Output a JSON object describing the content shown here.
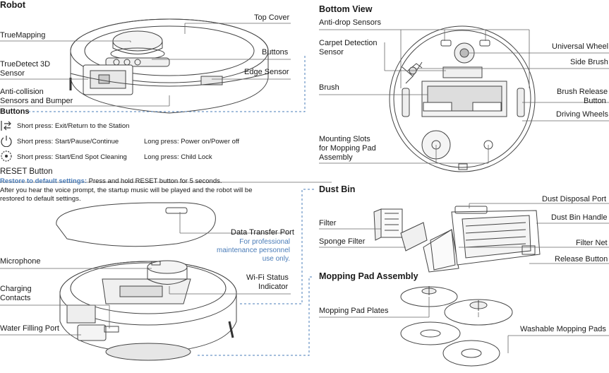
{
  "robot": {
    "title": "Robot",
    "labels": {
      "top_cover": "Top Cover",
      "truemapping": "TrueMapping",
      "buttons": "Buttons",
      "truedetect_1": "TrueDetect 3D",
      "truedetect_2": "Sensor",
      "edge_sensor": "Edge Sensor",
      "anticollision_1": "Anti-collision",
      "anticollision_2": "Sensors and Bumper"
    }
  },
  "buttons": {
    "title": "Buttons",
    "rows": [
      {
        "icon": "home-return-icon",
        "short": "Short press: Exit/Return to the Station",
        "long": ""
      },
      {
        "icon": "power-icon",
        "short": "Short press: Start/Pause/Continue",
        "long": "Long press: Power on/Power off"
      },
      {
        "icon": "spot-clean-icon",
        "short": "Short press: Start/End Spot Cleaning",
        "long": "Long press: Child Lock"
      }
    ]
  },
  "reset": {
    "title": "RESET Button",
    "line1_bold": "Restore to default settings:",
    "line1_rest": " Press and hold RESET button for 5 seconds.",
    "line2": "After you hear the voice prompt, the startup music will be played and the robot will be",
    "line3": "restored to default settings."
  },
  "lower_robot": {
    "data_transfer_port": "Data Transfer Port",
    "note_1": "For professional",
    "note_2": "maintenance personnel",
    "note_3": "use only.",
    "microphone": "Microphone",
    "wifi_1": "Wi-Fi Status",
    "wifi_2": "Indicator",
    "charging_1": "Charging",
    "charging_2": "Contacts",
    "water_filling_port": "Water Filling Port"
  },
  "bottom_view": {
    "title": "Bottom View",
    "anti_drop": "Anti-drop Sensors",
    "carpet_1": "Carpet Detection",
    "carpet_2": "Sensor",
    "universal_wheel": "Universal Wheel",
    "side_brush": "Side Brush",
    "brush": "Brush",
    "brush_release_1": "Brush Release",
    "brush_release_2": "Button",
    "driving_wheels": "Driving Wheels",
    "mounting_1": "Mounting Slots",
    "mounting_2": "for Mopping Pad",
    "mounting_3": "Assembly"
  },
  "dust_bin": {
    "title": "Dust Bin",
    "dust_disposal_port": "Dust Disposal Port",
    "filter": "Filter",
    "dust_bin_handle": "Dust Bin Handle",
    "sponge_filter": "Sponge Filter",
    "filter_net": "Filter Net",
    "release_button": "Release Button"
  },
  "mopping": {
    "title": "Mopping Pad Assembly",
    "plates": "Mopping Pad Plates",
    "washable": "Washable Mopping Pads"
  },
  "colors": {
    "accent": "#4a7cb8",
    "line": "#555555",
    "dash": "#4a7cb8"
  }
}
